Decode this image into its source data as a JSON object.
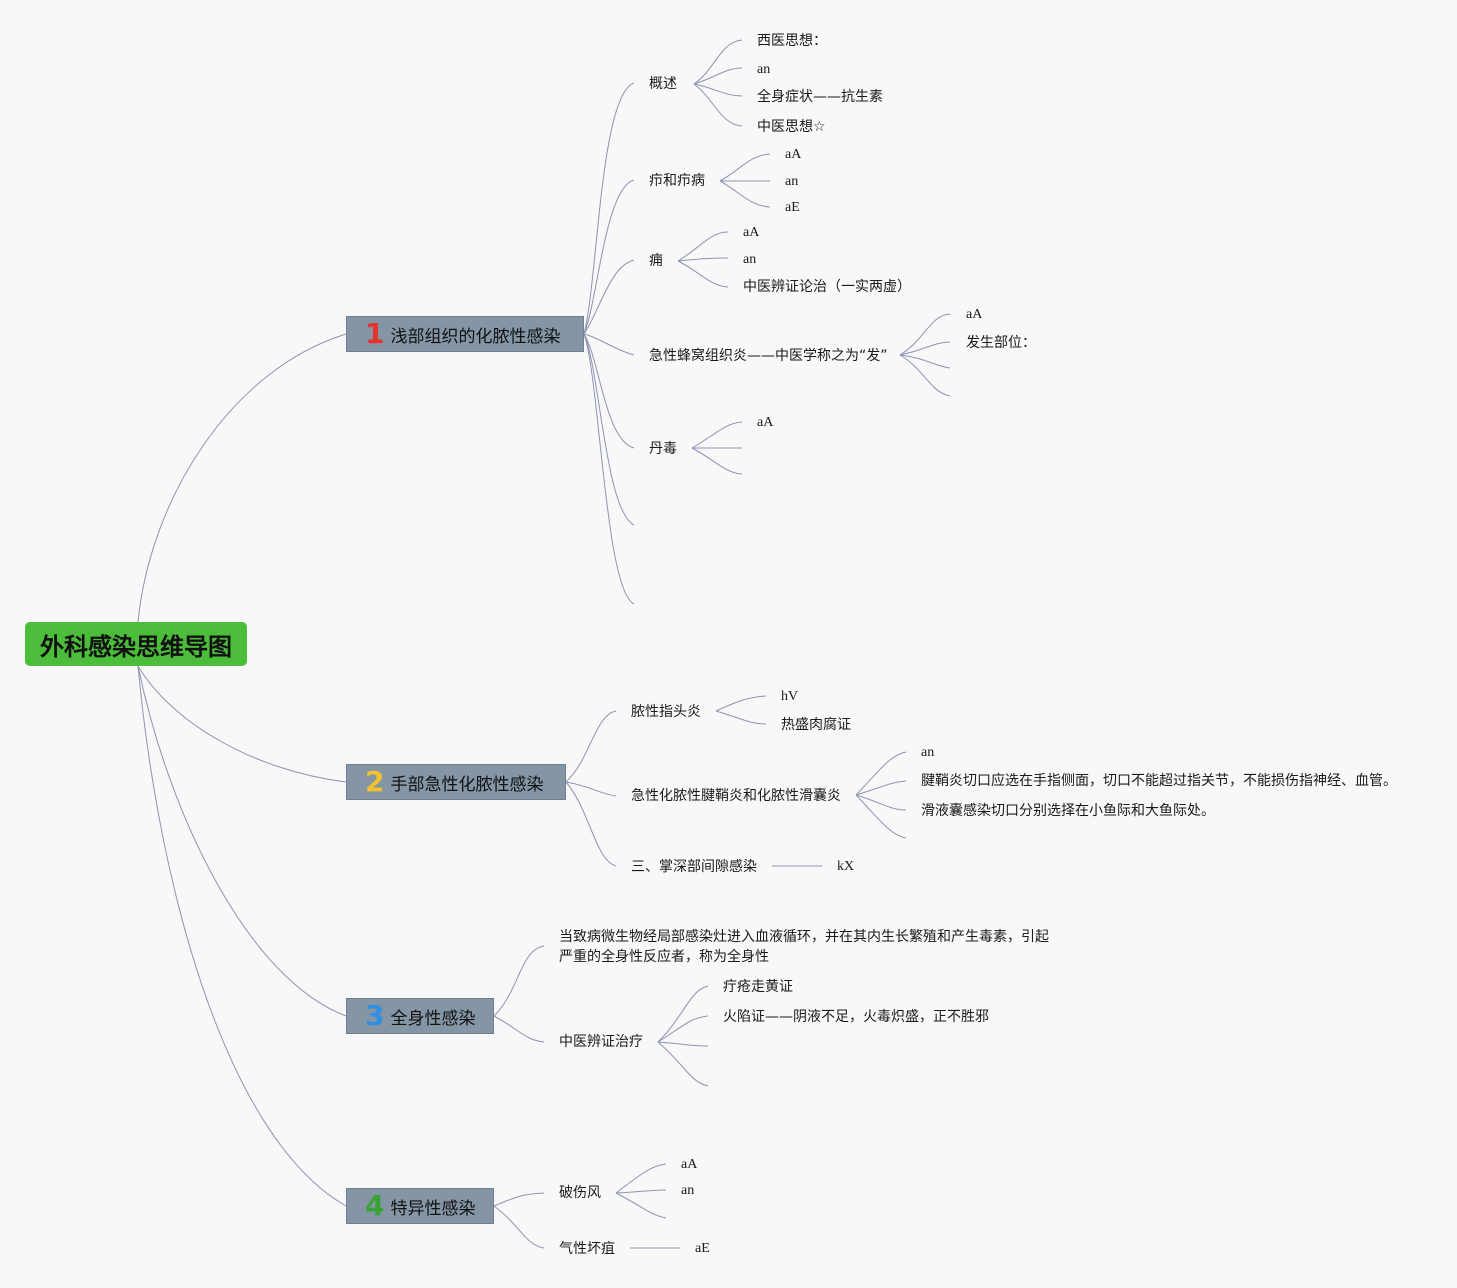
{
  "root": {
    "title": "外科感染思维导图"
  },
  "branches": [
    {
      "number": "1",
      "number_color": "#e8322b",
      "label": "浅部组织的化脓性感染",
      "children": [
        {
          "label": "概述",
          "children": [
            "西医思想：",
            "an",
            "全身症状——抗生素",
            "中医思想☆"
          ]
        },
        {
          "label": "疖和疖病",
          "children": [
            "aA",
            "an",
            "aE"
          ]
        },
        {
          "label": "痈",
          "children": [
            "aA",
            "an",
            "中医辨证论治（一实两虚）"
          ]
        },
        {
          "label": "急性蜂窝组织炎——中医学称之为“发”",
          "children": [
            "aA",
            "发生部位："
          ]
        },
        {
          "label": "丹毒",
          "children": [
            "aA"
          ]
        }
      ]
    },
    {
      "number": "2",
      "number_color": "#f2c12e",
      "label": "手部急性化脓性感染",
      "children": [
        {
          "label": "脓性指头炎",
          "children": [
            "hV",
            "热盛肉腐证"
          ]
        },
        {
          "label": "急性化脓性腱鞘炎和化脓性滑囊炎",
          "children": [
            "an",
            "腱鞘炎切口应选在手指侧面，切口不能超过指关节，不能损伤指神经、血管。",
            "滑液囊感染切口分别选择在小鱼际和大鱼际处。"
          ]
        },
        {
          "label": "三、掌深部间隙感染",
          "children": [
            "kX"
          ]
        }
      ]
    },
    {
      "number": "3",
      "number_color": "#2f8fe0",
      "label": "全身性感染",
      "children": [
        {
          "label_line1": "当致病微生物经局部感染灶进入血液循环，并在其内生长繁殖和产生毒素，引起",
          "label_line2": "严重的全身性反应者，称为全身性"
        },
        {
          "label": "中医辨证治疗",
          "children": [
            "疔疮走黄证",
            "火陷证——阴液不足，火毒炽盛，正不胜邪"
          ]
        }
      ]
    },
    {
      "number": "4",
      "number_color": "#3aa335",
      "label": "特异性感染",
      "children": [
        {
          "label": "破伤风",
          "children": [
            "aA",
            "an"
          ]
        },
        {
          "label": "气性坏疽",
          "children": [
            "aE"
          ]
        }
      ]
    }
  ]
}
